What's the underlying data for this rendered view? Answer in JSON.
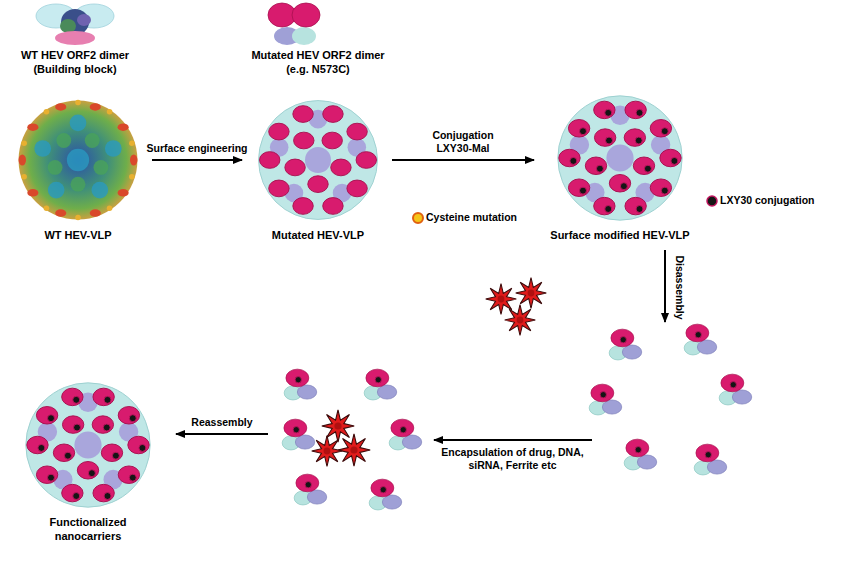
{
  "diagram": {
    "nodes": [
      {
        "text": [
          "WT HEV ORF2 dimer (Building block)"
        ]
      },
      {
        "text": [
          "Mutated HEV ORF2 dimer (e.g. N573C)"
        ]
      },
      {
        "text": [
          "WT HEV-VLP"
        ]
      },
      {
        "text": [
          "Mutated HEV-VLP"
        ]
      },
      {
        "text": [
          "Surface modified HEV-VLP"
        ]
      },
      {
        "text": [
          "Functionalized nanocarriers"
        ]
      }
    ],
    "edges": [
      {
        "from": 2,
        "to": 3,
        "arrow": "to",
        "label": "Surface engineering"
      },
      {
        "from": 3,
        "to": 4,
        "arrow": "to",
        "label": "Conjugation LXY30-Mal"
      }
    ],
    "labels": [
      "Cysteine mutation",
      "LXY30 conjugation",
      "Disassembly",
      "Encapsulation of drug, DNA, siRNA, Ferrite etc",
      "Reassembly"
    ]
  }
}
